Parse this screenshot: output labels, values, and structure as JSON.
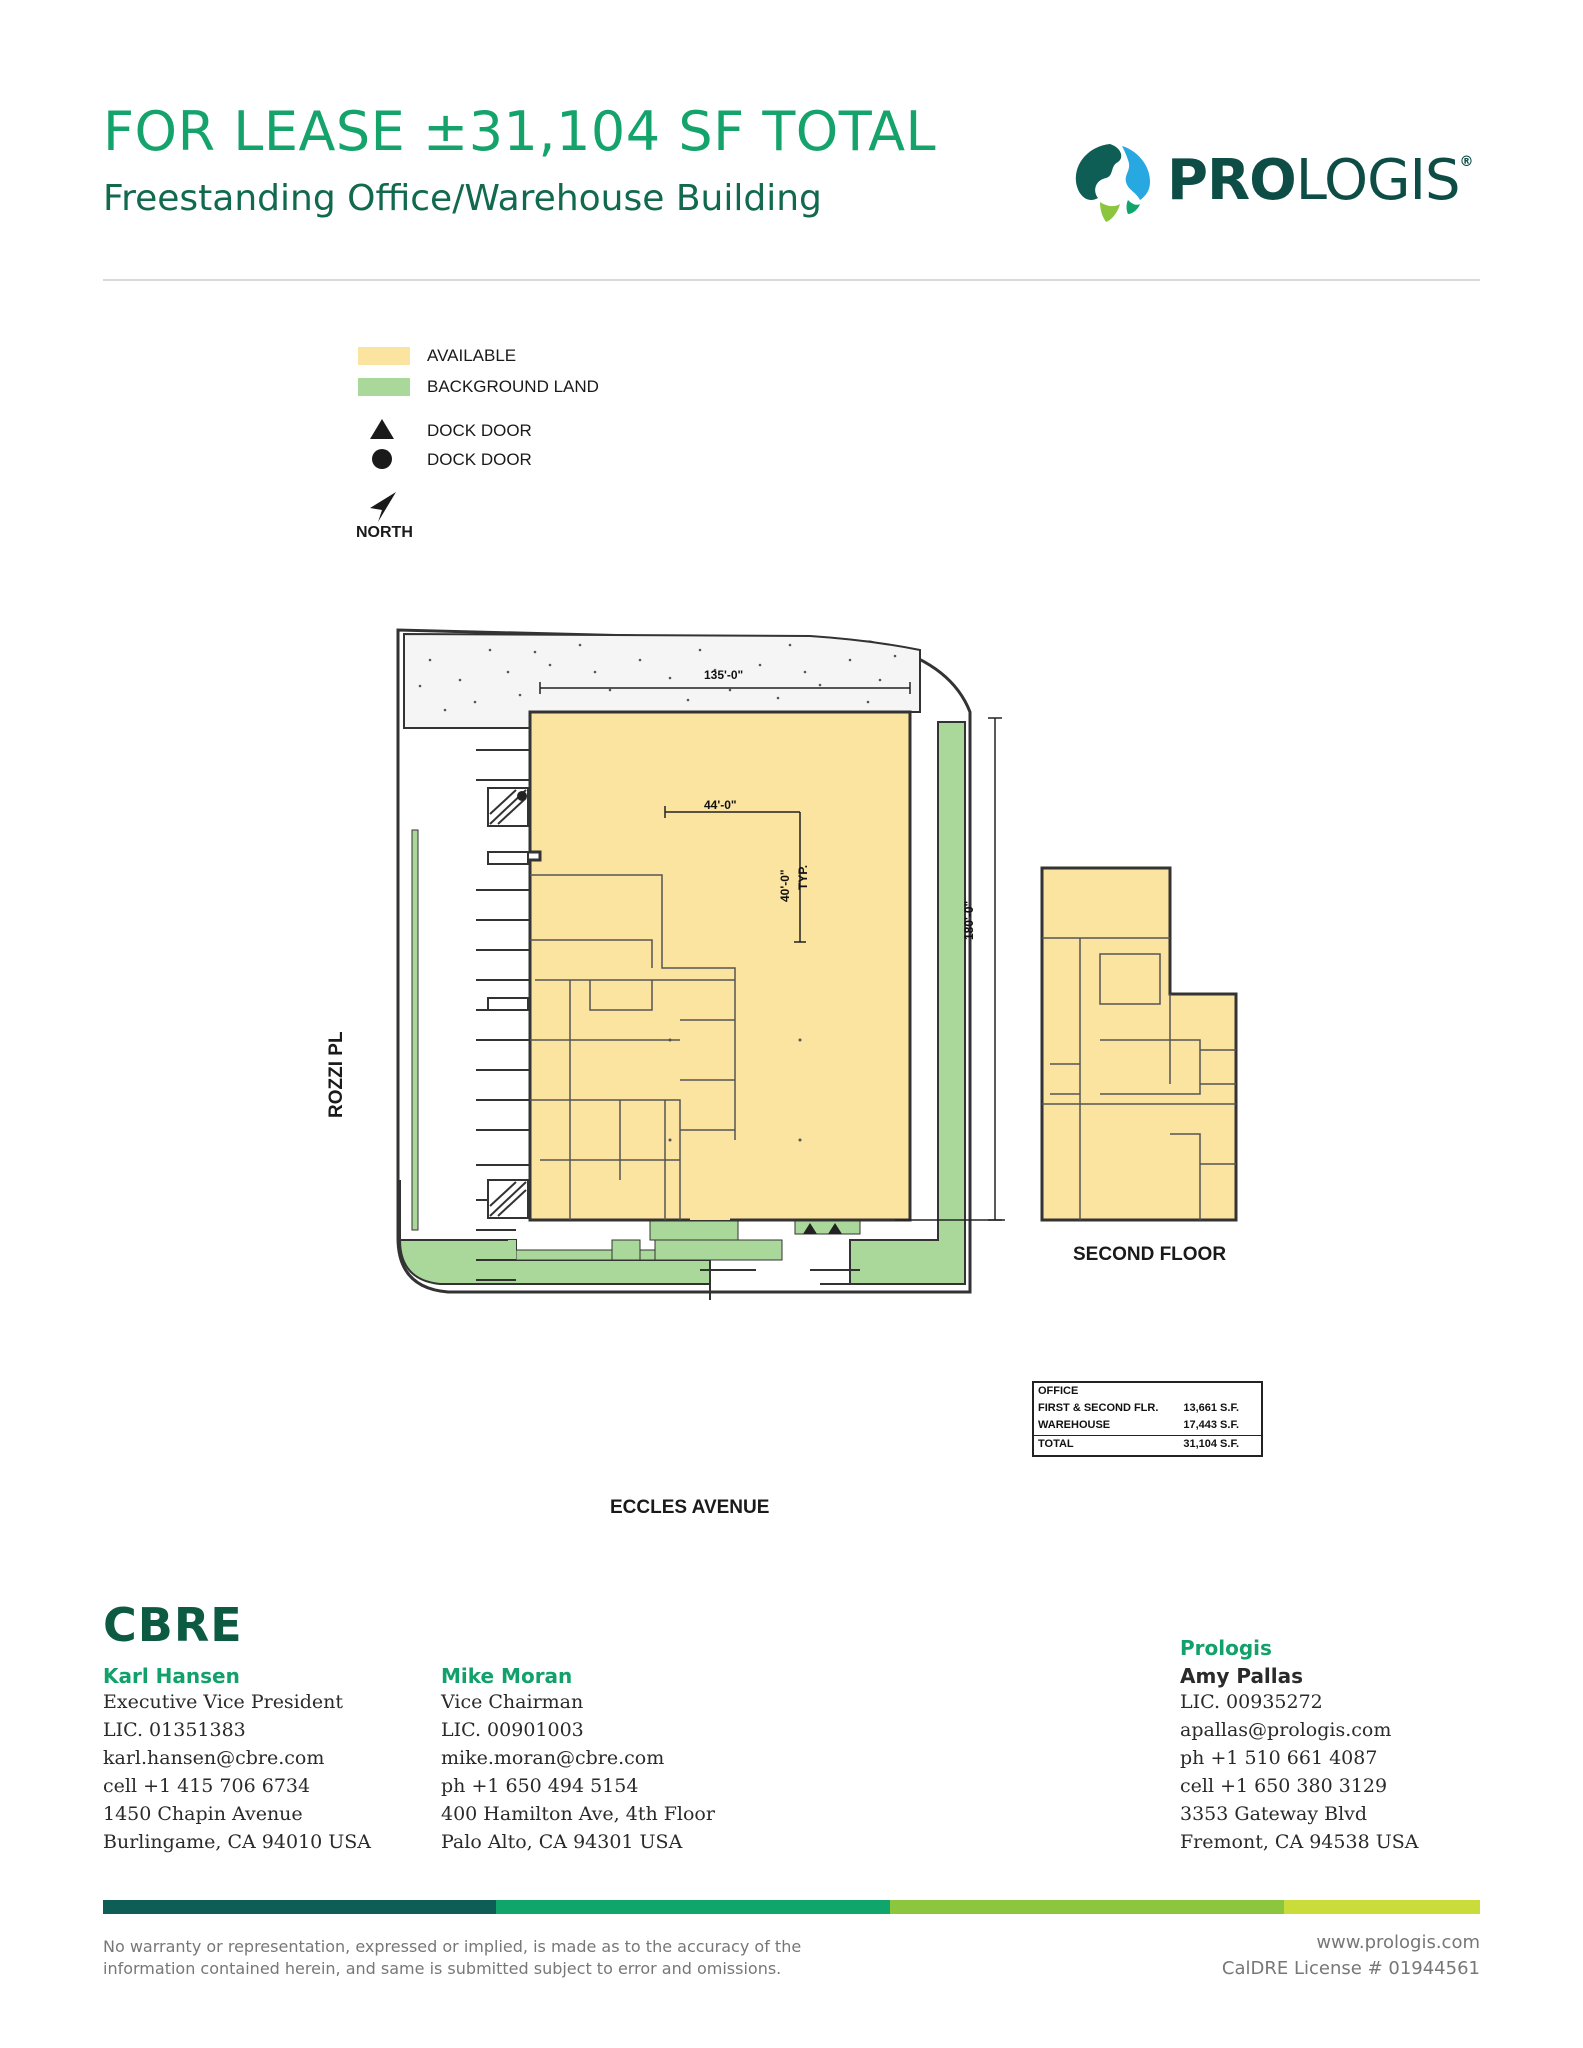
{
  "header": {
    "headline": "FOR LEASE ±31,104 SF TOTAL",
    "subheadline": "Freestanding Office/Warehouse Building",
    "logo_text_bold": "PRO",
    "logo_text_light": "LOGIS",
    "logo_reg_mark": "®",
    "logo_icon": "globe-leaf-icon"
  },
  "legend": {
    "available": "AVAILABLE",
    "background_land": "BACKGROUND LAND",
    "dock_door_triangle": "DOCK DOOR",
    "dock_door_circle": "DOCK DOOR",
    "north": "NORTH",
    "colors": {
      "available": "#fbe3a0",
      "background_land": "#a9d89a"
    }
  },
  "site_plan": {
    "street_west": "ROZZI PL",
    "street_south": "ECCLES AVENUE",
    "second_floor": "SECOND FLOOR",
    "dim_width": "135'-0\"",
    "dim_length": "180'-0\"",
    "dim_bay_width": "44'-0\"",
    "dim_bay_depth": "40'-0\"",
    "dim_typ": "TYP."
  },
  "area_table": {
    "header": "OFFICE",
    "rows": [
      {
        "label": "FIRST & SECOND FLR.",
        "value": "13,661 S.F."
      },
      {
        "label": "WAREHOUSE",
        "value": "17,443 S.F."
      },
      {
        "label": "TOTAL",
        "value": "31,104 S.F."
      }
    ]
  },
  "contacts": {
    "cbre_logo": "CBRE",
    "karl": {
      "name": "Karl Hansen",
      "lines": [
        "Executive Vice President",
        "LIC. 01351383",
        "karl.hansen@cbre.com",
        "cell +1 415 706 6734",
        "1450 Chapin Avenue",
        "Burlingame, CA 94010 USA"
      ]
    },
    "mike": {
      "name": "Mike Moran",
      "lines": [
        "Vice Chairman",
        "LIC. 00901003",
        "mike.moran@cbre.com",
        "ph +1 650 494 5154",
        "400 Hamilton Ave, 4th Floor",
        "Palo Alto, CA 94301 USA"
      ]
    },
    "prologis": {
      "company": "Prologis",
      "name": "Amy Pallas",
      "lines": [
        "LIC. 00935272",
        "apallas@prologis.com",
        "ph  +1 510 661 4087",
        "cell +1 650 380 3129",
        "3353 Gateway Blvd",
        "Fremont, CA 94538 USA"
      ]
    }
  },
  "footer": {
    "disclaimer": "No warranty or representation, expressed or implied, is made as to the accuracy of the information contained herein, and same is submitted subject to error and omissions.",
    "website": "www.prologis.com",
    "license": "CalDRE License # 01944561",
    "bar_colors": [
      "#0f5e55",
      "#0fa56b",
      "#8cc63f",
      "#c9dc3a"
    ]
  }
}
